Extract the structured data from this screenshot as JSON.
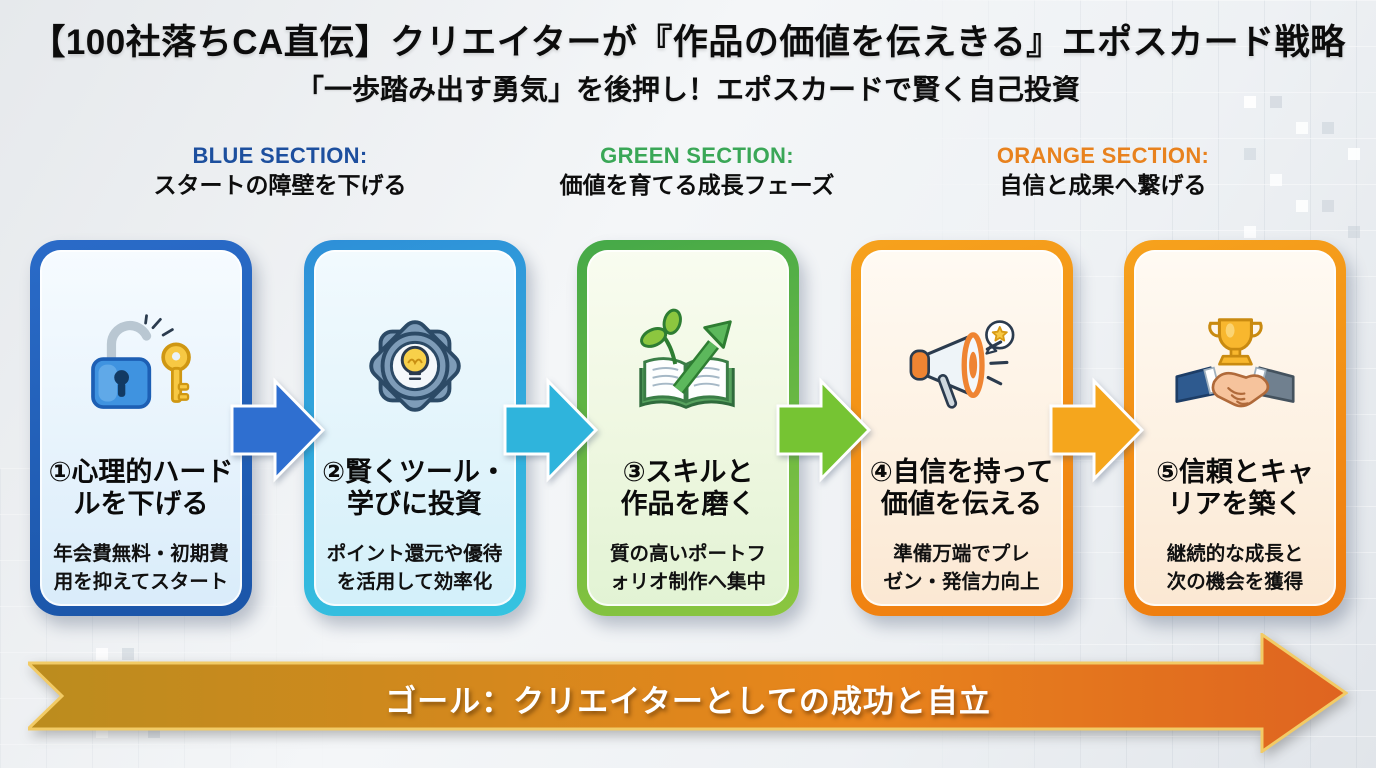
{
  "header": {
    "title": "【100社落ちCA直伝】クリエイターが『作品の価値を伝えきる』エポスカード戦略",
    "subtitle": "「一歩踏み出す勇気」を後押し！エポスカードで賢く自己投資"
  },
  "sections": [
    {
      "label": "BLUE SECTION:",
      "caption": "スタートの障壁を下げる",
      "color": "#1d4f9e"
    },
    {
      "label": "GREEN SECTION:",
      "caption": "価値を育てる成長フェーズ",
      "color": "#3aa757"
    },
    {
      "label": "ORANGE SECTION:",
      "caption": "自信と成果へ繋げる",
      "color": "#e8821e"
    }
  ],
  "steps": [
    {
      "icon": "unlock-key-icon",
      "title_line1": "①心理的ハード",
      "title_line2": "ルを下げる",
      "desc_line1": "年会費無料・初期費",
      "desc_line2": "用を抑えてスタート",
      "border_color": "#1e5cb3",
      "fill_color": "#e3f1fb"
    },
    {
      "icon": "gear-lightbulb-icon",
      "title_line1": "②賢くツール・",
      "title_line2": "学びに投資",
      "desc_line1": "ポイント還元や優待",
      "desc_line2": "を活用して効率化",
      "border_color": "#2fa7dc",
      "fill_color": "#e0f3fb"
    },
    {
      "icon": "book-growth-arrow-icon",
      "title_line1": "③スキルと",
      "title_line2": "作品を磨く",
      "desc_line1": "質の高いポートフ",
      "desc_line2": "ォリオ制作へ集中",
      "border_color": "#5bb64a",
      "fill_color": "#ebf5dc"
    },
    {
      "icon": "megaphone-icon",
      "title_line1": "④自信を持って",
      "title_line2": "価値を伝える",
      "desc_line1": "準備万端でプレ",
      "desc_line2": "ゼン・発信力向上",
      "border_color": "#f29414",
      "fill_color": "#fdeeda"
    },
    {
      "icon": "handshake-trophy-icon",
      "title_line1": "⑤信頼とキャ",
      "title_line2": "リアを築く",
      "desc_line1": "継続的な成長と",
      "desc_line2": "次の機会を獲得",
      "border_color": "#f08c0c",
      "fill_color": "#fdeeda"
    }
  ],
  "connectors": [
    {
      "color": "#2f6fd0"
    },
    {
      "color": "#2fb4dc"
    },
    {
      "color": "#76c433"
    },
    {
      "color": "#f5a61d"
    }
  ],
  "goal": {
    "label": "ゴール：クリエイターとしての成功と自立",
    "gradient_start": "#bb8c1e",
    "gradient_mid": "#e8851c",
    "gradient_end": "#df6420",
    "edge_color": "#f2cb66",
    "text_color": "#ffffff"
  }
}
